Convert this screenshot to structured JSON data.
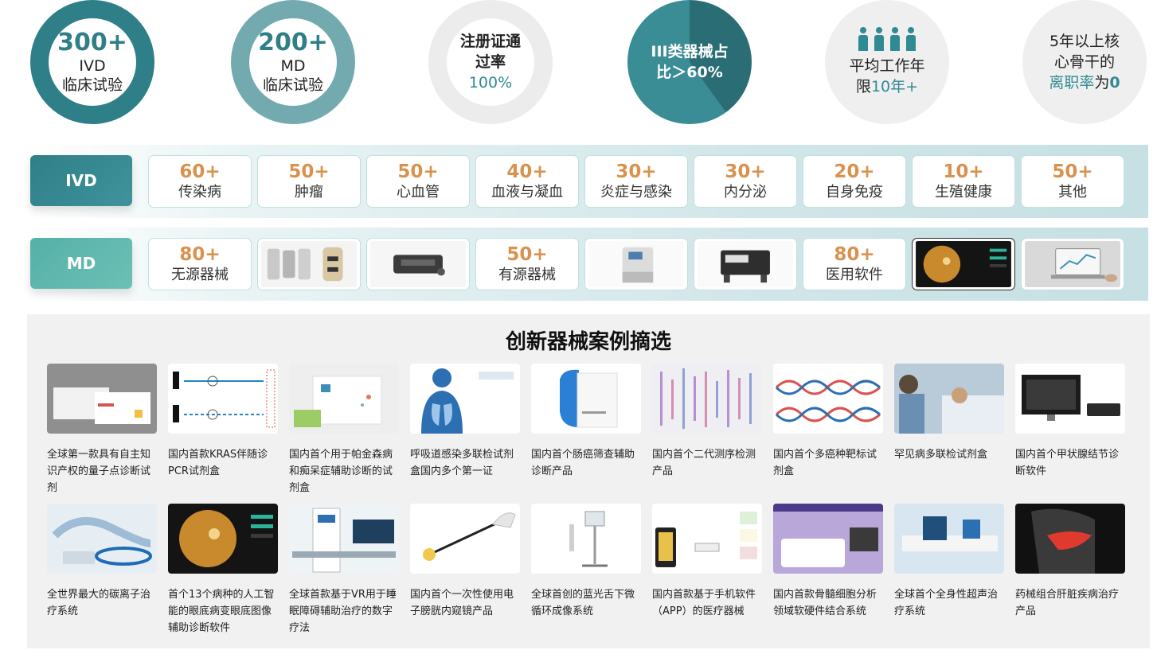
{
  "stats": [
    {
      "big": "300+",
      "line1": "IVD",
      "line2": "临床试验"
    },
    {
      "big": "200+",
      "line1": "MD",
      "line2": "临床试验"
    },
    {
      "line1": "注册证通",
      "line2": "过率",
      "accent": "100%"
    },
    {
      "line1": "III类器械占",
      "line2": "比＞60%"
    },
    {
      "line1": "平均工作年",
      "line2_pre": "限",
      "accent": "10年+",
      "icon": "people-icon"
    },
    {
      "line1": "5年以上核",
      "line2": "心骨干的",
      "accent": "离职率",
      "tail": "为",
      "tail_accent": "0"
    }
  ],
  "ivd": {
    "tag": "IVD",
    "cells": [
      {
        "num": "60+",
        "label": "传染病"
      },
      {
        "num": "50+",
        "label": "肿瘤"
      },
      {
        "num": "50+",
        "label": "心血管"
      },
      {
        "num": "40+",
        "label": "血液与凝血"
      },
      {
        "num": "30+",
        "label": "炎症与感染"
      },
      {
        "num": "30+",
        "label": "内分泌"
      },
      {
        "num": "20+",
        "label": "自身免疫"
      },
      {
        "num": "10+",
        "label": "生殖健康"
      },
      {
        "num": "50+",
        "label": "其他"
      }
    ]
  },
  "md": {
    "tag": "MD",
    "cells": [
      {
        "num": "80+",
        "label": "无源器械"
      },
      {
        "image": "spine-implant-image"
      },
      {
        "image": "device-component-image"
      },
      {
        "num": "50+",
        "label": "有源器械"
      },
      {
        "image": "medical-machine-image"
      },
      {
        "image": "printer-device-image"
      },
      {
        "num": "80+",
        "label": "医用软件"
      },
      {
        "image": "retina-software-image"
      },
      {
        "image": "laptop-software-image"
      }
    ]
  },
  "innovation": {
    "title": "创新器械案例摘选",
    "cases": [
      {
        "caption": "全球第一款具有自主知识产权的量子点诊断试剂",
        "thumb": "reagent-box-image"
      },
      {
        "caption": "国内首款KRAS伴随诊PCR试剂盒",
        "thumb": "pcr-diagram-image"
      },
      {
        "caption": "国内首个用于帕金森病和痴呆症辅助诊断的试剂盒",
        "thumb": "kit-box-image"
      },
      {
        "caption": "呼吸道感染多联检试剂盒国内多个第一证",
        "thumb": "lungs-image"
      },
      {
        "caption": "国内首个肠癌筛查辅助诊断产品",
        "thumb": "product-box-image"
      },
      {
        "caption": "国内首个二代测序检测产品",
        "thumb": "sequencing-image"
      },
      {
        "caption": "国内首个多癌种靶标试剂盒",
        "thumb": "dna-helix-image"
      },
      {
        "caption": "罕见病多联检试剂盒",
        "thumb": "patient-bed-image"
      },
      {
        "caption": "国内首个甲状腺结节诊断软件",
        "thumb": "monitor-image"
      },
      {
        "caption": "全世界最大的碳离子治疗系统",
        "thumb": "ion-therapy-image"
      },
      {
        "caption": "首个13个病种的人工智能的眼底病变眼底图像辅助诊断软件",
        "thumb": "fundus-image"
      },
      {
        "caption": "全球首款基于VR用于睡眠障碍辅助治疗的数字疗法",
        "thumb": "vr-station-image"
      },
      {
        "caption": "国内首个一次性使用电子膀胱内窥镜产品",
        "thumb": "endoscope-image"
      },
      {
        "caption": "全球首创的蓝光舌下微循环成像系统",
        "thumb": "imaging-cart-image"
      },
      {
        "caption": "国内首款基于手机软件（APP）的医疗器械",
        "thumb": "phone-app-image"
      },
      {
        "caption": "国内首款骨髓细胞分析领域软硬件结合系统",
        "thumb": "cell-analyzer-image"
      },
      {
        "caption": "全球首个全身性超声治疗系统",
        "thumb": "ultrasound-room-image"
      },
      {
        "caption": "药械组合肝脏疾病治疗产品",
        "thumb": "liver-image"
      }
    ]
  }
}
